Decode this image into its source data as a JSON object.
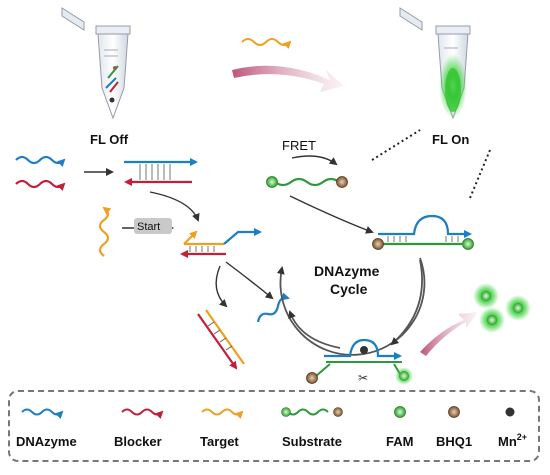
{
  "labels": {
    "fl_off": "FL Off",
    "fl_on": "FL On",
    "fret": "FRET",
    "start": "Start",
    "cycle_line1": "DNAzyme",
    "cycle_line2": "Cycle"
  },
  "legend": {
    "dnazyme": "DNAzyme",
    "blocker": "Blocker",
    "target": "Target",
    "substrate": "Substrate",
    "fam": "FAM",
    "bhq1": "BHQ1",
    "mn": "Mn",
    "mn_sup": "2+"
  },
  "colors": {
    "dnazyme": "#1a7fc4",
    "blocker": "#c21f3a",
    "target": "#f0a020",
    "substrate": "#2c9a3c",
    "fam": "#3bbf3b",
    "bhq1": "#8c6440",
    "mn": "#333333",
    "arrow": "#444444",
    "pink_arrow": "#b5406a"
  }
}
